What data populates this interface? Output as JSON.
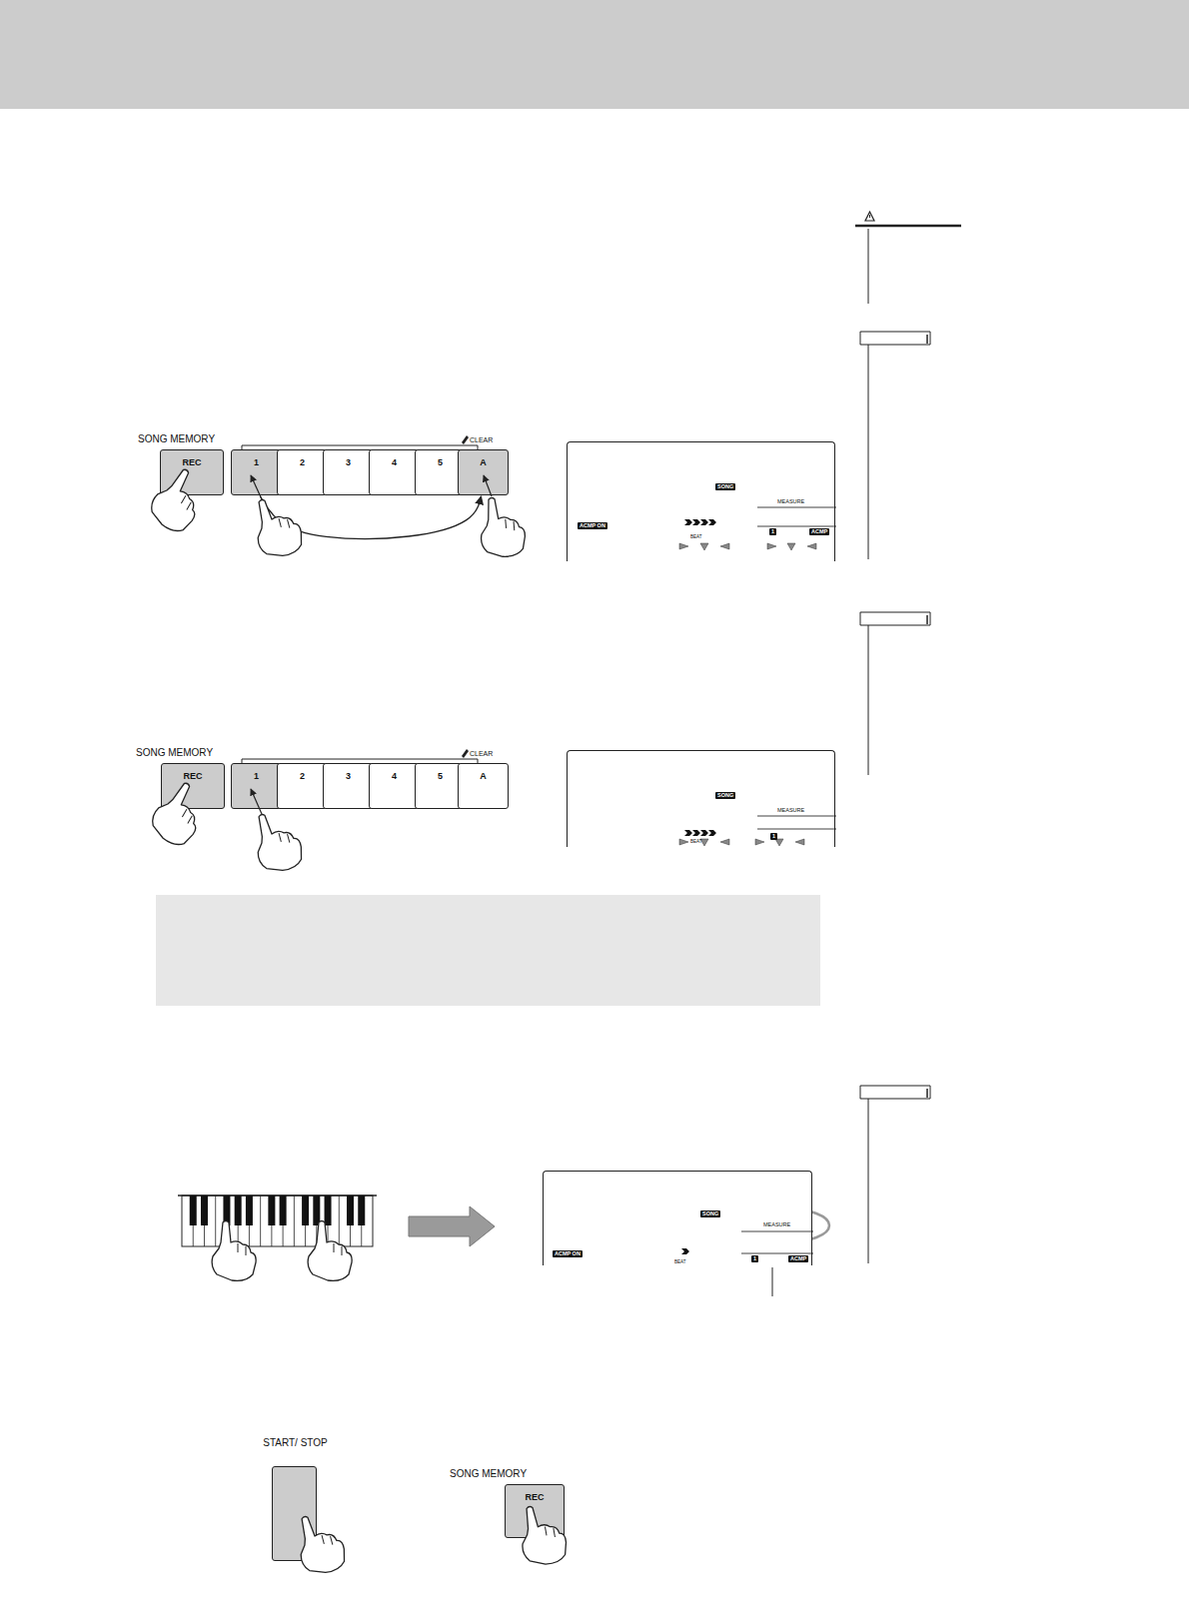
{
  "diagram": {
    "nodes": [
      {
        "text": [
          "REC"
        ]
      },
      {
        "text": [
          "1"
        ]
      },
      {
        "text": [
          "2"
        ]
      },
      {
        "text": [
          "3"
        ]
      },
      {
        "text": [
          "4"
        ]
      },
      {
        "text": [
          "5"
        ]
      },
      {
        "text": [
          "A"
        ]
      },
      {
        "text": [
          "SONG",
          "MEASURE",
          "ACMP ON",
          "BEAT",
          "1",
          "ACMP"
        ]
      },
      {
        "text": [
          "REC"
        ]
      },
      {
        "text": [
          "1"
        ]
      },
      {
        "text": [
          "2"
        ]
      },
      {
        "text": [
          "3"
        ]
      },
      {
        "text": [
          "4"
        ]
      },
      {
        "text": [
          "5"
        ]
      },
      {
        "text": [
          "A"
        ]
      },
      {
        "text": [
          "SONG",
          "MEASURE",
          "BEAT",
          "1"
        ]
      },
      {
        "text": [
          "SONG",
          "MEASURE",
          "ACMP ON",
          "BEAT",
          "1",
          "ACMP"
        ]
      },
      {
        "text": [
          "START/ STOP"
        ]
      },
      {
        "text": [
          "REC"
        ]
      }
    ],
    "edges": [
      {
        "from": 1,
        "to": 6,
        "arrow": "to"
      }
    ],
    "labels": [
      "SONG MEMORY",
      "CLEAR",
      "SONG MEMORY",
      "CLEAR",
      "SONG MEMORY"
    ]
  }
}
